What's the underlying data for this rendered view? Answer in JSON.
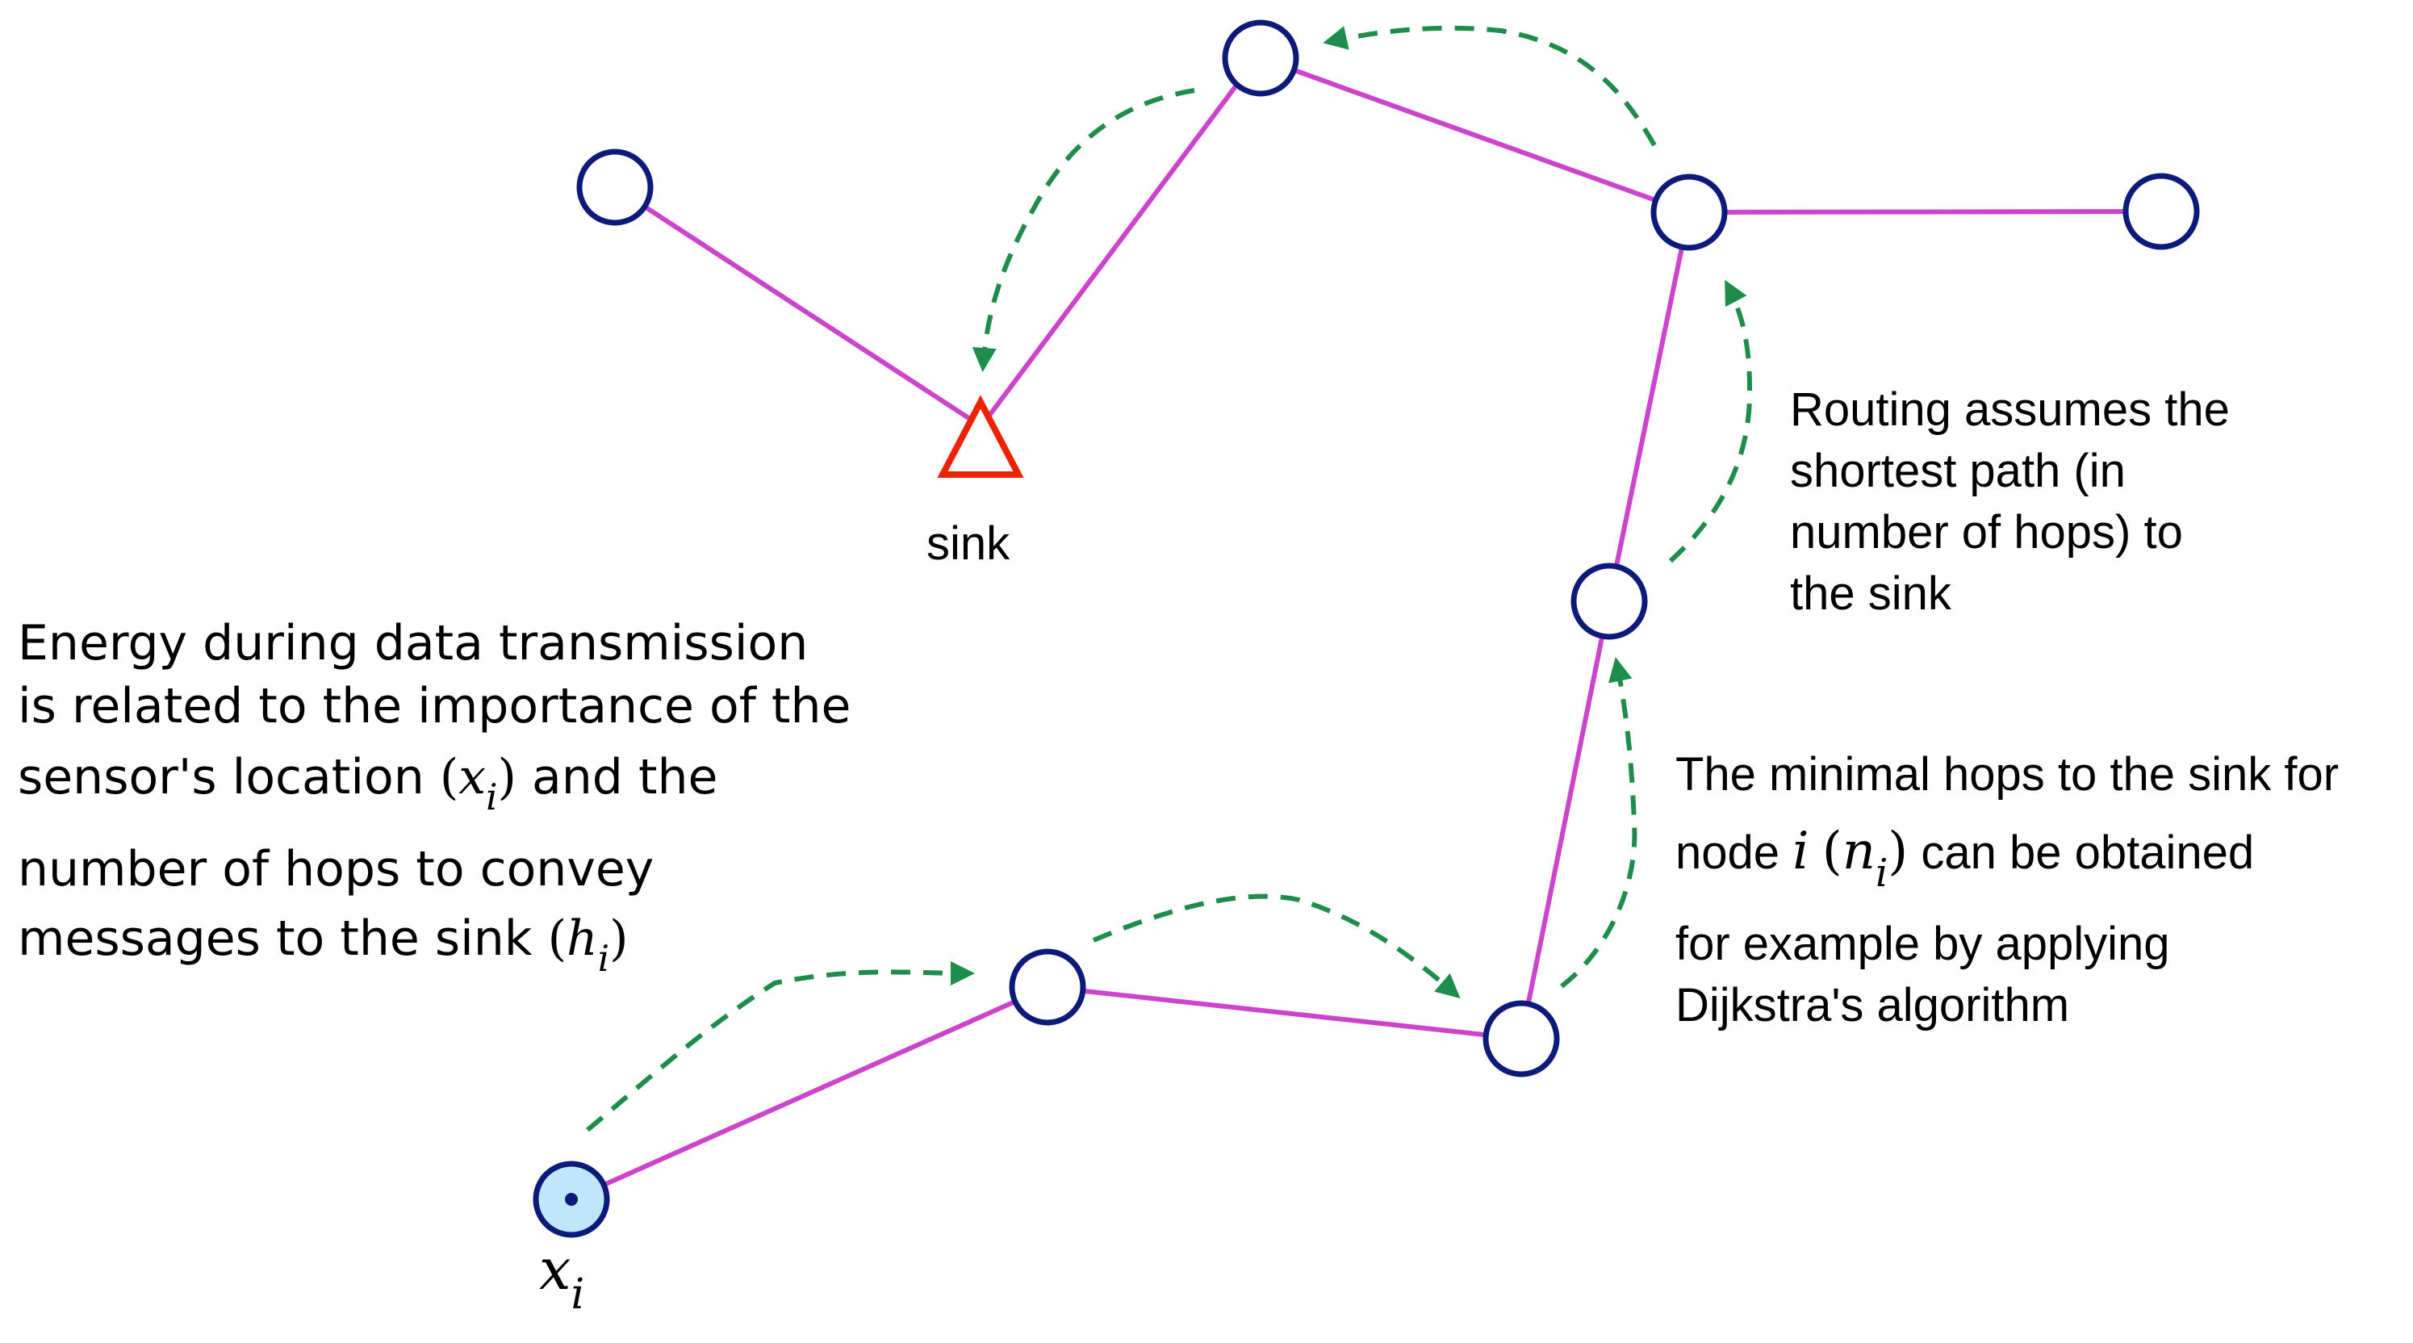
{
  "labels": {
    "sink": "sink",
    "source_var": "x",
    "source_sub": "i"
  },
  "notes": {
    "energy": {
      "line1": "Energy during data transmission",
      "line2": "is related to the importance of the",
      "line3_pre": "sensor's location",
      "line3_var": "x",
      "line3_sub": "i",
      "line3_post": "and the",
      "line4": "number of hops to convey",
      "line5_pre": "messages to the sink",
      "line5_var": "h",
      "line5_sub": "i"
    },
    "routing": {
      "line1": "Routing assumes the",
      "line2": "shortest path (in",
      "line3": "number of hops) to",
      "line4": "the sink"
    },
    "minimal": {
      "line1": "The minimal hops to the sink for",
      "line2_pre": "node",
      "line2_var1": "i",
      "line2_var2": "n",
      "line2_sub": "i",
      "line2_post": "can be obtained",
      "line3": "for example by applying",
      "line4": "Dijkstra's algorithm"
    }
  },
  "colors": {
    "edge": "#cc44cc",
    "hop_arrow": "#1e8c4a",
    "node_stroke": "#0c1a7a",
    "source_fill": "#bfe6fb",
    "sink": "#ee2200"
  }
}
